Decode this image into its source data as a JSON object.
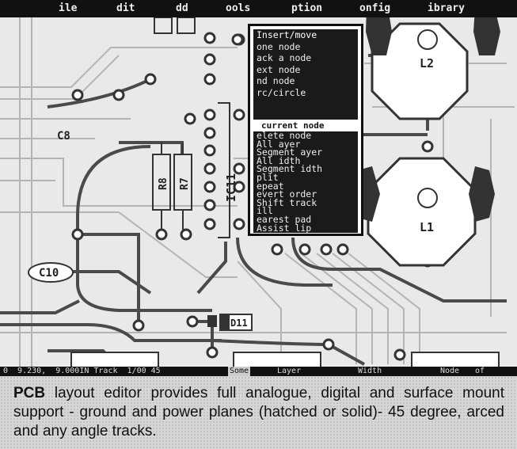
{
  "app": {
    "caption_prefix": "PCB",
    "caption_rest": " layout editor provides full analogue, digital and surface mount support - ground and power planes (hatched or solid)- 45 degree, arced and any angle tracks."
  },
  "menubar": {
    "items": [
      "ile",
      "dit",
      "dd",
      "ools",
      "ption",
      "onfig",
      "ibrary"
    ]
  },
  "popup": {
    "top_items": [
      "Insert/move",
      "one node",
      "ack a node",
      "ext node",
      "nd node",
      "rc/circle"
    ],
    "separator": "current node",
    "bottom_items": [
      "elete node",
      "All ayer",
      "Segment ayer",
      "All idth",
      "Segment idth",
      "plit",
      "epeat",
      "evert order",
      "Shift track",
      "ill",
      "earest pad",
      "Assist lip"
    ]
  },
  "board": {
    "labels": {
      "c8": "C8",
      "c10": "C10",
      "r8": "R8",
      "r7": "R7",
      "ic11": "IC11",
      "l1": "L1",
      "l2": "L2",
      "d11": "D11"
    }
  },
  "statusbar": {
    "coords": "0  9.230,  9.000IN Track  1/00 45",
    "mode_box": "Some",
    "layer_label": "Layer",
    "width_label": "Width",
    "node_label": "Node",
    "of_label": "of"
  },
  "colors": {
    "track": "#4a4a4a",
    "light_track": "#b4b4b4",
    "background": "#e9e9e9",
    "menu": "#111111"
  }
}
